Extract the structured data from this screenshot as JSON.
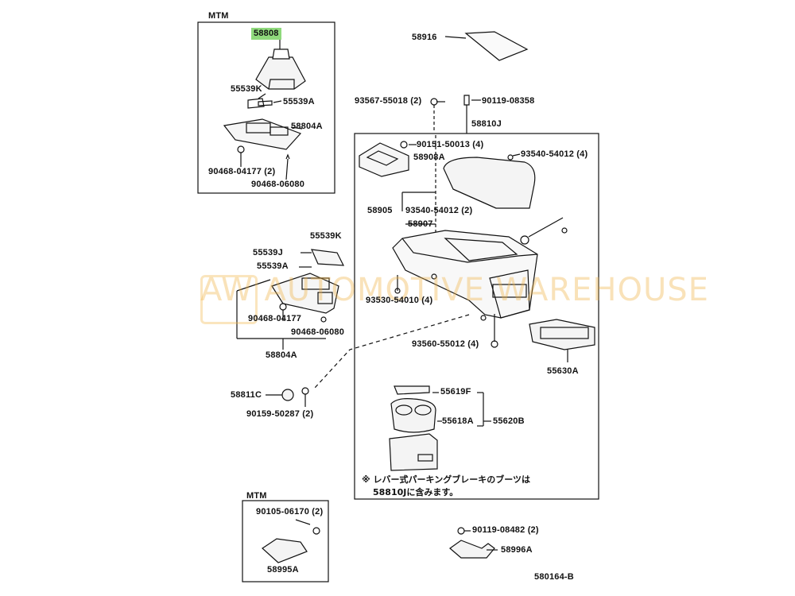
{
  "watermark": {
    "logo": "AW",
    "text": "AUTOMOTIVE WAREHOUSE"
  },
  "groups": {
    "mtm_top": "MTM",
    "mtm_bottom": "MTM"
  },
  "parts": {
    "p58808": "58808",
    "p55539K_top": "55539K",
    "p55539A_top": "55539A",
    "p58804A_top": "58804A",
    "p90468_04177_top": "90468-04177 (2)",
    "p90468_06080_top": "90468-06080",
    "p58916": "58916",
    "p93567_55018": "93567-55018 (2)",
    "p90119_08358": "90119-08358",
    "p58810J": "58810J",
    "p90151_50013": "90151-50013 (4)",
    "p58908A": "58908A",
    "p93540_54012_r": "93540-54012 (4)",
    "p58905": "58905",
    "p93540_54012_m": "93540-54012 (2)",
    "p58907": "58907",
    "p55539J": "55539J",
    "p55539K_mid": "55539K",
    "p55539A_mid": "55539A",
    "p90468_04177_mid": "90468-04177",
    "p90468_06080_mid": "90468-06080",
    "p58804A_mid": "58804A",
    "p93530_54010": "93530-54010 (4)",
    "p93560_55012": "93560-55012 (4)",
    "p55630A": "55630A",
    "p58811C": "58811C",
    "p90159_50287": "90159-50287 (2)",
    "p55619F": "55619F",
    "p55618A": "55618A",
    "p55620B": "55620B",
    "p90105_06170": "90105-06170 (2)",
    "p58995A": "58995A",
    "p90119_08482": "90119-08482 (2)",
    "p58996A": "58996A"
  },
  "note": {
    "line1": "※ レバー式パーキングブレーキのブーツは",
    "line2": "58810Jに含みます。"
  },
  "diagram_id": "580164-B",
  "colors": {
    "highlight": "#8fd97c",
    "line": "#111111"
  }
}
